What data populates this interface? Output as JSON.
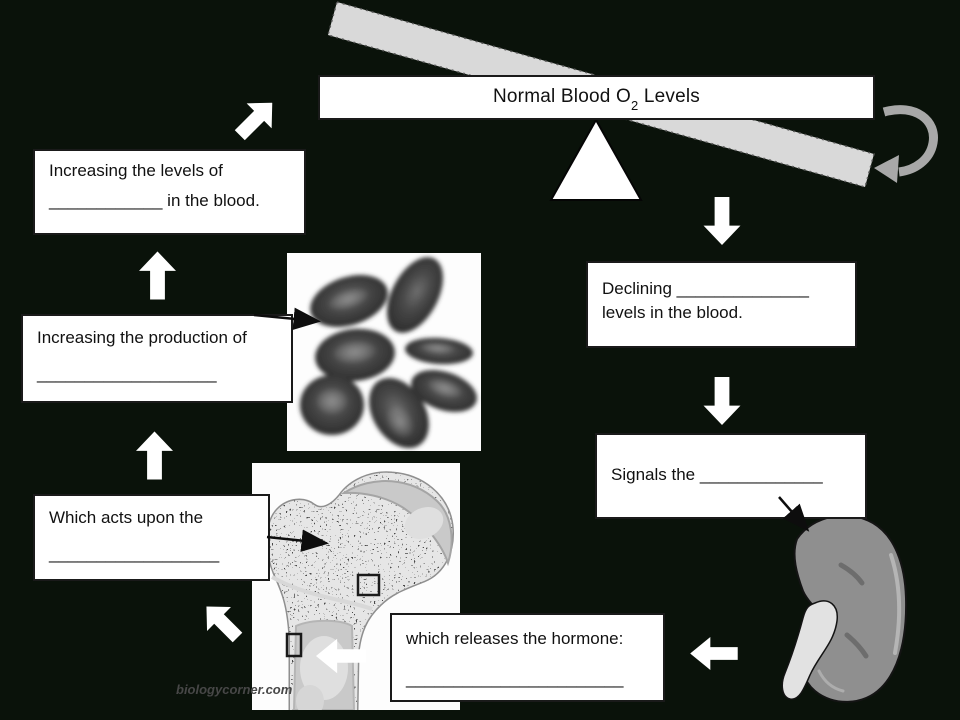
{
  "canvas": {
    "bg": "#0a120a"
  },
  "title_box": {
    "pre": "Normal Blood O",
    "sub": "2",
    "post": " Levels"
  },
  "boxes": {
    "increasing_levels": {
      "line1": "Increasing the levels of",
      "line2": "____________ in the blood."
    },
    "increasing_production": {
      "line1": "Increasing the production of",
      "blank": "___________________"
    },
    "which_acts": {
      "line1": "Which acts upon the",
      "blank": "__________________"
    },
    "declining": {
      "line1": "Declining ______________",
      "line2": "levels in the blood."
    },
    "signals": {
      "line1": "Signals the _____________"
    },
    "releases": {
      "line1": "which releases the hormone:",
      "blank": "_______________________"
    }
  },
  "images": {
    "rbc": "red-blood-cells",
    "bone": "femur-bone-marrow",
    "kidney": "kidney"
  },
  "watermark": "biologycorner.com",
  "colors": {
    "box_bg": "#ffffff",
    "box_border": "#1a1a1a",
    "text": "#111111",
    "beam": "#d9d9d9",
    "curved_arrow": "#a8a8a8",
    "arrow_white": "#ffffff",
    "kidney": "#8f8f8f"
  }
}
